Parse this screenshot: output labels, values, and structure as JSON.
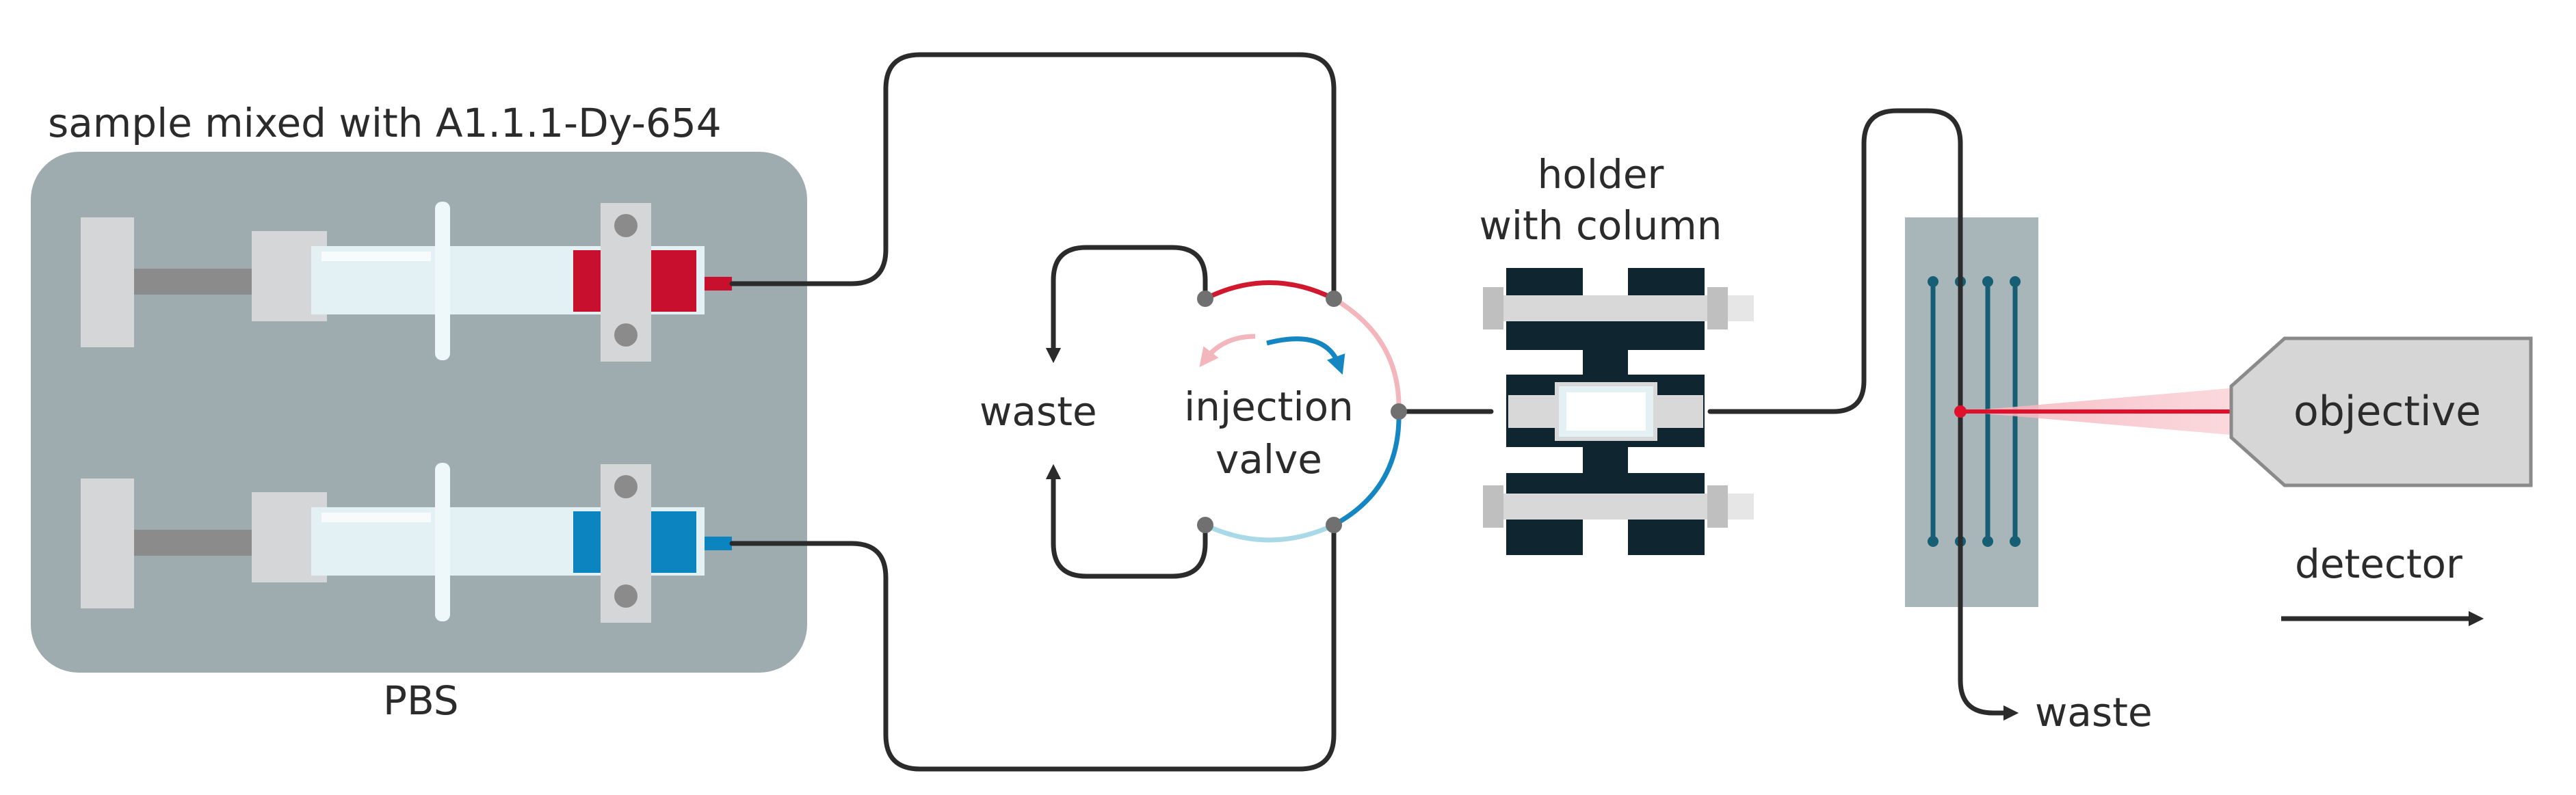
{
  "labels": {
    "sample": "sample mixed with A1.1.1-Dy-654",
    "pbs": "PBS",
    "waste_left": "waste",
    "injection_valve_line1": "injection",
    "injection_valve_line2": "valve",
    "holder_line1": "holder",
    "holder_line2": "with column",
    "objective": "objective",
    "detector": "detector",
    "waste_right": "waste"
  },
  "colors": {
    "pump_panel": "#9eabaf",
    "syringe_gray": "#d5d6d7",
    "rod": "#8b8b8b",
    "barrel": "#e3f1f5",
    "sample_red": "#c8102e",
    "pbs_blue": "#0b84bf",
    "tubing": "#2b2b2b",
    "valve_red": "#d0192f",
    "valve_pink": "#f4b6bd",
    "valve_blue": "#1486c1",
    "valve_lightblue": "#a9d8e6",
    "holder_dark": "#0f2630",
    "chip": "#a8b5b9",
    "channel": "#155e73",
    "laser": "#e0102d",
    "objective_fill": "#d6d6d6"
  },
  "icons": [
    "syringe-pump-icon",
    "six-port-valve-icon",
    "column-holder-icon",
    "microfluidic-chip-icon",
    "objective-lens-icon",
    "arrow-right-icon"
  ]
}
